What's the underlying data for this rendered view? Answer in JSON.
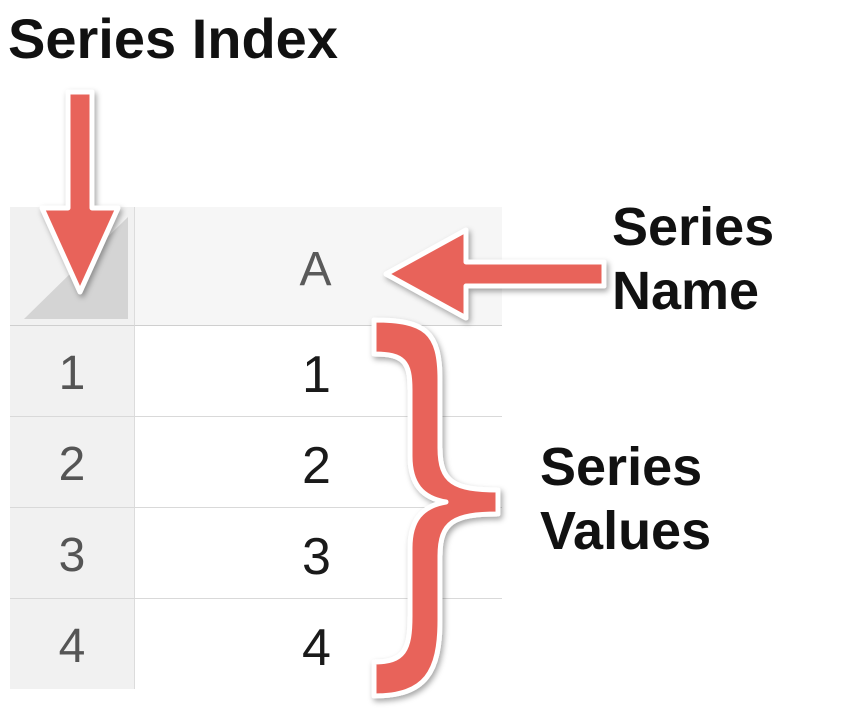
{
  "labels": {
    "series_index": "Series Index",
    "series_name": [
      "Series",
      "Name"
    ],
    "series_values": [
      "Series",
      "Values"
    ]
  },
  "sheet": {
    "column_header": "A",
    "rows": [
      {
        "index": "1",
        "value": "1"
      },
      {
        "index": "2",
        "value": "2"
      },
      {
        "index": "3",
        "value": "3"
      },
      {
        "index": "4",
        "value": "4"
      }
    ]
  },
  "colors": {
    "accent": "#E8645A",
    "accent_outline": "#ffffff",
    "header_bg": "#F1F1F1",
    "grid_line": "#D9D9D9"
  },
  "icons": [
    "arrow-down-icon",
    "arrow-left-icon",
    "curly-brace-icon",
    "select-all-triangle-icon"
  ]
}
